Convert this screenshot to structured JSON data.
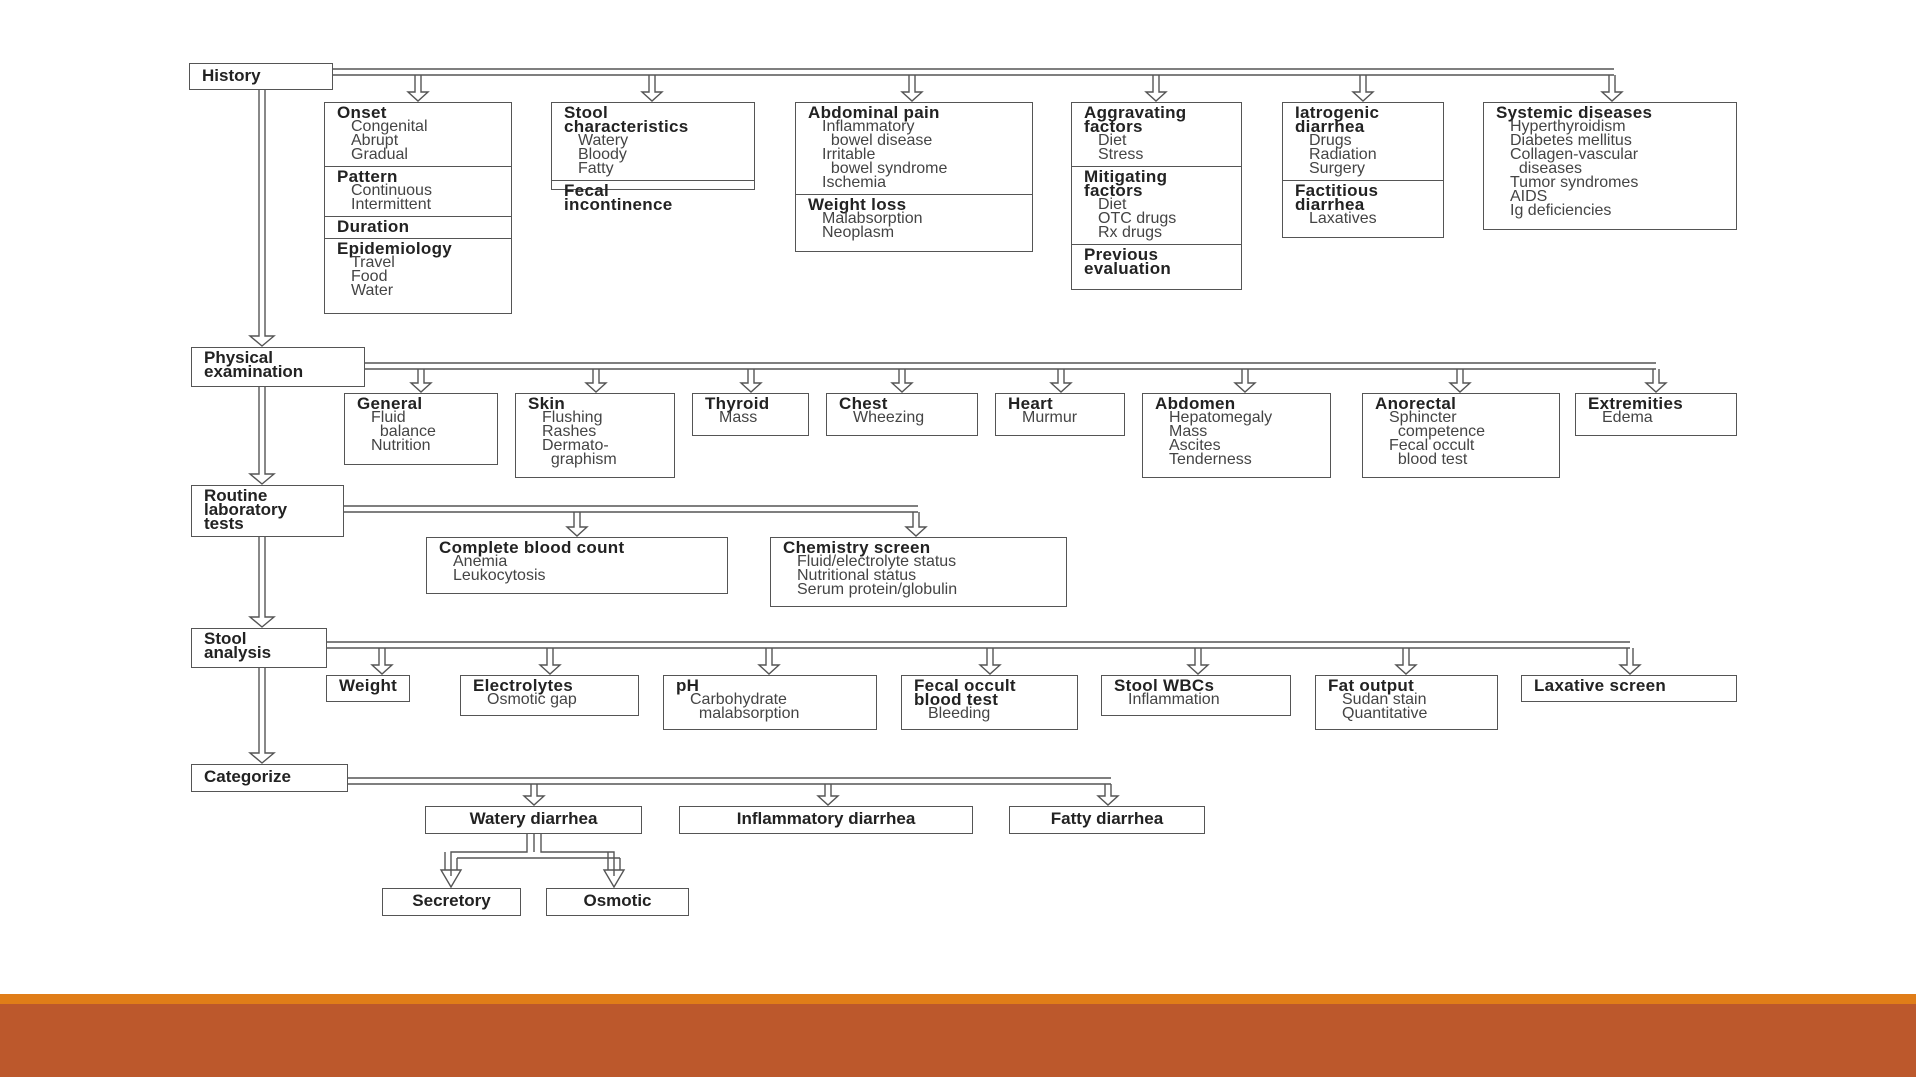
{
  "history": {
    "label": "History",
    "onset": {
      "title": "Onset",
      "items": [
        "Congenital",
        "Abrupt",
        "Gradual"
      ]
    },
    "pattern": {
      "title": "Pattern",
      "items": [
        "Continuous",
        "Intermittent"
      ]
    },
    "duration": {
      "title": "Duration"
    },
    "epidemiology": {
      "title": "Epidemiology",
      "items": [
        "Travel",
        "Food",
        "Water"
      ]
    },
    "stool_characteristics": {
      "title": "Stool\ncharacteristics",
      "items": [
        "Watery",
        "Bloody",
        "Fatty"
      ]
    },
    "fecal_incontinence": {
      "title": "Fecal\nincontinence"
    },
    "abdominal_pain": {
      "title": "Abdominal pain",
      "items": [
        "Inflammatory\n  bowel disease",
        "Irritable\n  bowel syndrome",
        "Ischemia"
      ]
    },
    "weight_loss": {
      "title": "Weight loss",
      "items": [
        "Malabsorption",
        "Neoplasm"
      ]
    },
    "aggravating": {
      "title": "Aggravating\nfactors",
      "items": [
        "Diet",
        "Stress"
      ]
    },
    "mitigating": {
      "title": "Mitigating\nfactors",
      "items": [
        "Diet",
        "OTC drugs",
        "Rx drugs"
      ]
    },
    "previous": {
      "title": "Previous\nevaluation"
    },
    "iatrogenic": {
      "title": "Iatrogenic\ndiarrhea",
      "items": [
        "Drugs",
        "Radiation",
        "Surgery"
      ]
    },
    "factitious": {
      "title": "Factitious\ndiarrhea",
      "items": [
        "Laxatives"
      ]
    },
    "systemic": {
      "title": "Systemic diseases",
      "items": [
        "Hyperthyroidism",
        "Diabetes mellitus",
        "Collagen-vascular\n  diseases",
        "Tumor syndromes",
        "AIDS",
        "Ig deficiencies"
      ]
    }
  },
  "physical": {
    "label": "Physical\nexamination",
    "general": {
      "title": "General",
      "items": [
        "Fluid\n  balance",
        "Nutrition"
      ]
    },
    "skin": {
      "title": "Skin",
      "items": [
        "Flushing",
        "Rashes",
        "Dermato-\n  graphism"
      ]
    },
    "thyroid": {
      "title": "Thyroid",
      "items": [
        "Mass"
      ]
    },
    "chest": {
      "title": "Chest",
      "items": [
        "Wheezing"
      ]
    },
    "heart": {
      "title": "Heart",
      "items": [
        "Murmur"
      ]
    },
    "abdomen": {
      "title": "Abdomen",
      "items": [
        "Hepatomegaly",
        "Mass",
        "Ascites",
        "Tenderness"
      ]
    },
    "anorectal": {
      "title": "Anorectal",
      "items": [
        "Sphincter\n  competence",
        "Fecal occult\n  blood test"
      ]
    },
    "extremities": {
      "title": "Extremities",
      "items": [
        "Edema"
      ]
    }
  },
  "routine": {
    "label": "Routine\nlaboratory\ntests",
    "cbc": {
      "title": "Complete blood count",
      "items": [
        "Anemia",
        "Leukocytosis"
      ]
    },
    "chem": {
      "title": "Chemistry screen",
      "items": [
        "Fluid/electrolyte status",
        "Nutritional status",
        "Serum protein/globulin"
      ]
    }
  },
  "stool": {
    "label": "Stool\nanalysis",
    "weight": {
      "title": "Weight"
    },
    "electrolytes": {
      "title": "Electrolytes",
      "items": [
        "Osmotic gap"
      ]
    },
    "ph": {
      "title": "pH",
      "items": [
        "Carbohydrate\n  malabsorption"
      ]
    },
    "fobt": {
      "title": "Fecal occult\nblood test",
      "items": [
        "Bleeding"
      ]
    },
    "wbc": {
      "title": "Stool WBCs",
      "items": [
        "Inflammation"
      ]
    },
    "fat": {
      "title": "Fat output",
      "items": [
        "Sudan stain",
        "Quantitative"
      ]
    },
    "laxative": {
      "title": "Laxative screen"
    }
  },
  "categorize": {
    "label": "Categorize",
    "watery": "Watery diarrhea",
    "inflammatory": "Inflammatory diarrhea",
    "fatty": "Fatty diarrhea",
    "secretory": "Secretory",
    "osmotic": "Osmotic"
  },
  "colors": {
    "line": "#555555",
    "bar_thin": "#E07D18",
    "bar_thick": "#BC582C"
  }
}
